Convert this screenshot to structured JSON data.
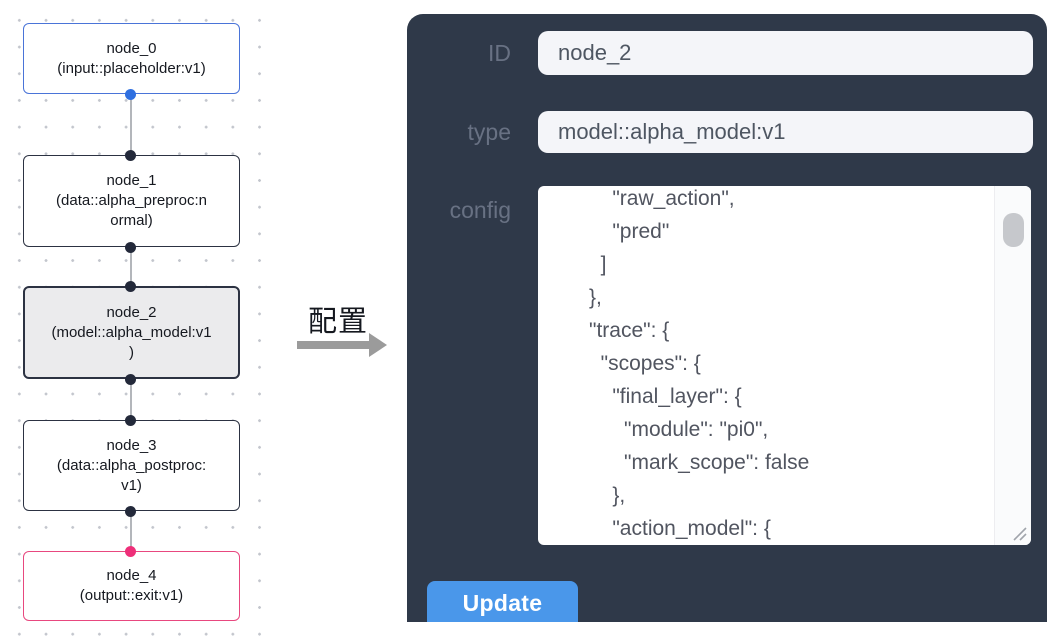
{
  "canvas": {
    "nodes": [
      {
        "id": "node_0",
        "lines": [
          "node_0",
          "(input::placeholder:v1)"
        ],
        "variant": "input"
      },
      {
        "id": "node_1",
        "lines": [
          "node_1",
          "(data::alpha_preproc:n",
          "ormal)"
        ],
        "variant": "default"
      },
      {
        "id": "node_2",
        "lines": [
          "node_2",
          "(model::alpha_model:v1",
          ")"
        ],
        "variant": "selected"
      },
      {
        "id": "node_3",
        "lines": [
          "node_3",
          "(data::alpha_postproc:",
          "v1)"
        ],
        "variant": "default"
      },
      {
        "id": "node_4",
        "lines": [
          "node_4",
          "(output::exit:v1)"
        ],
        "variant": "output"
      }
    ],
    "colors": {
      "input_node_border": "#4a74d8",
      "default_node_border": "#2c3242",
      "output_node_border": "#e8487f",
      "selected_node_bg": "#ebebed",
      "port_blue": "#2f6fe0",
      "port_dark": "#23293a",
      "port_pink": "#ee2f79",
      "grid_dot": "#c3c6cd"
    }
  },
  "transfer": {
    "label": "配置"
  },
  "panel": {
    "fields": [
      {
        "label": "ID",
        "value": "node_2"
      },
      {
        "label": "type",
        "value": "model::alpha_model:v1"
      }
    ],
    "config_label": "config",
    "config_lines": [
      "          \"raw_action\",",
      "          \"pred\"",
      "        ]",
      "      },",
      "      \"trace\": {",
      "        \"scopes\": {",
      "          \"final_layer\": {",
      "            \"module\": \"pi0\",",
      "            \"mark_scope\": false",
      "          },",
      "          \"action_model\": {"
    ],
    "update_label": "Update",
    "colors": {
      "panel_bg": "#2f3949",
      "label_text": "#687183",
      "input_bg": "#f4f5f9",
      "accent_blue": "#4a97ea"
    }
  }
}
